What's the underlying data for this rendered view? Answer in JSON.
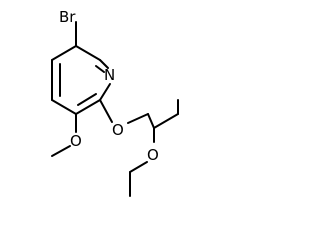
{
  "molecule": {
    "atoms": {
      "bromine": "Br",
      "ring_nitrogen": "N",
      "methoxy_oxygen": "O",
      "ether_oxygen": "O",
      "ethoxy_oxygen": "O"
    }
  }
}
